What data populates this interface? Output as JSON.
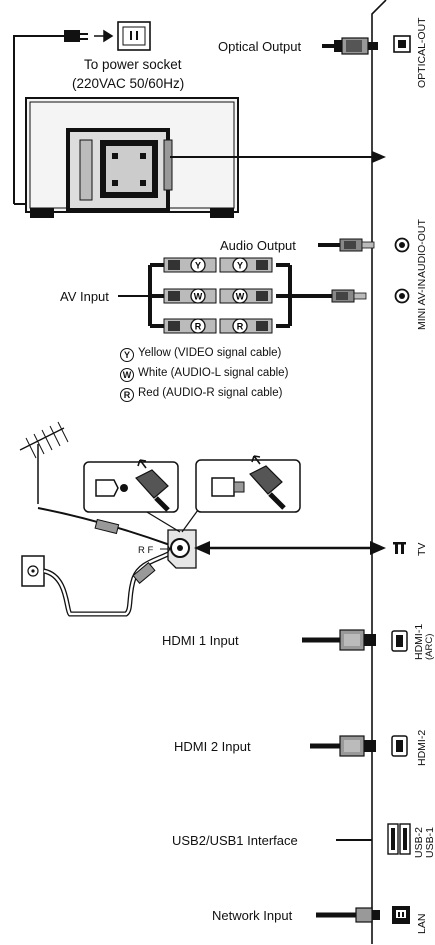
{
  "power": {
    "line1": "To power socket",
    "line2": "(220VAC 50/60Hz)"
  },
  "labels": {
    "optical_output": "Optical Output",
    "audio_output": "Audio Output",
    "av_input": "AV Input",
    "hdmi1_input": "HDMI 1 Input",
    "hdmi2_input": "HDMI 2 Input",
    "usb_interface": "USB2/USB1 Interface",
    "network_input": "Network Input",
    "rf": "R F"
  },
  "ports": {
    "optical_out": "OPTICAL-OUT",
    "audio_out": "AUDIO-OUT",
    "mini_av_in": "MINI AV-IN",
    "tv": "TV",
    "hdmi1": "HDMI-1",
    "hdmi1_sub": "(ARC)",
    "hdmi2": "HDMI-2",
    "usb2": "USB-2",
    "usb1": "USB-1",
    "lan": "LAN"
  },
  "av_plugs": {
    "yellow": "Y",
    "white": "W",
    "red": "R"
  },
  "legend": [
    {
      "letter": "Y",
      "text": "Yellow (VIDEO signal cable)"
    },
    {
      "letter": "W",
      "text": "White (AUDIO-L signal cable)"
    },
    {
      "letter": "R",
      "text": "Red (AUDIO-R signal cable)"
    }
  ]
}
